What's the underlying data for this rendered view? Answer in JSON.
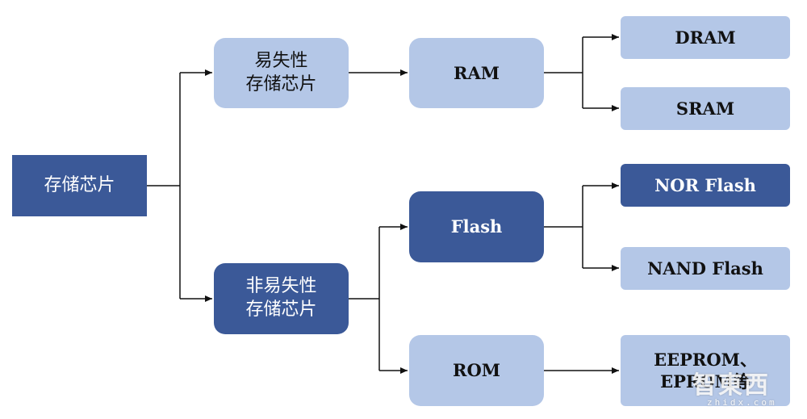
{
  "nodes": {
    "root": "存储芯片",
    "volatile": "易失性\n存储芯片",
    "nonvolatile": "非易失性\n存储芯片",
    "ram": "RAM",
    "flash": "Flash",
    "rom": "ROM",
    "dram": "DRAM",
    "sram": "SRAM",
    "nor_flash": "NOR Flash",
    "nand_flash": "NAND Flash",
    "eeprom_eprom": "EEPROM、\nEPROM等"
  },
  "watermark": {
    "text": "智東西",
    "sub": "zhidx.com"
  },
  "colors": {
    "light_box": "#b4c7e7",
    "dark_box": "#3b5998",
    "connector": "#111111"
  }
}
